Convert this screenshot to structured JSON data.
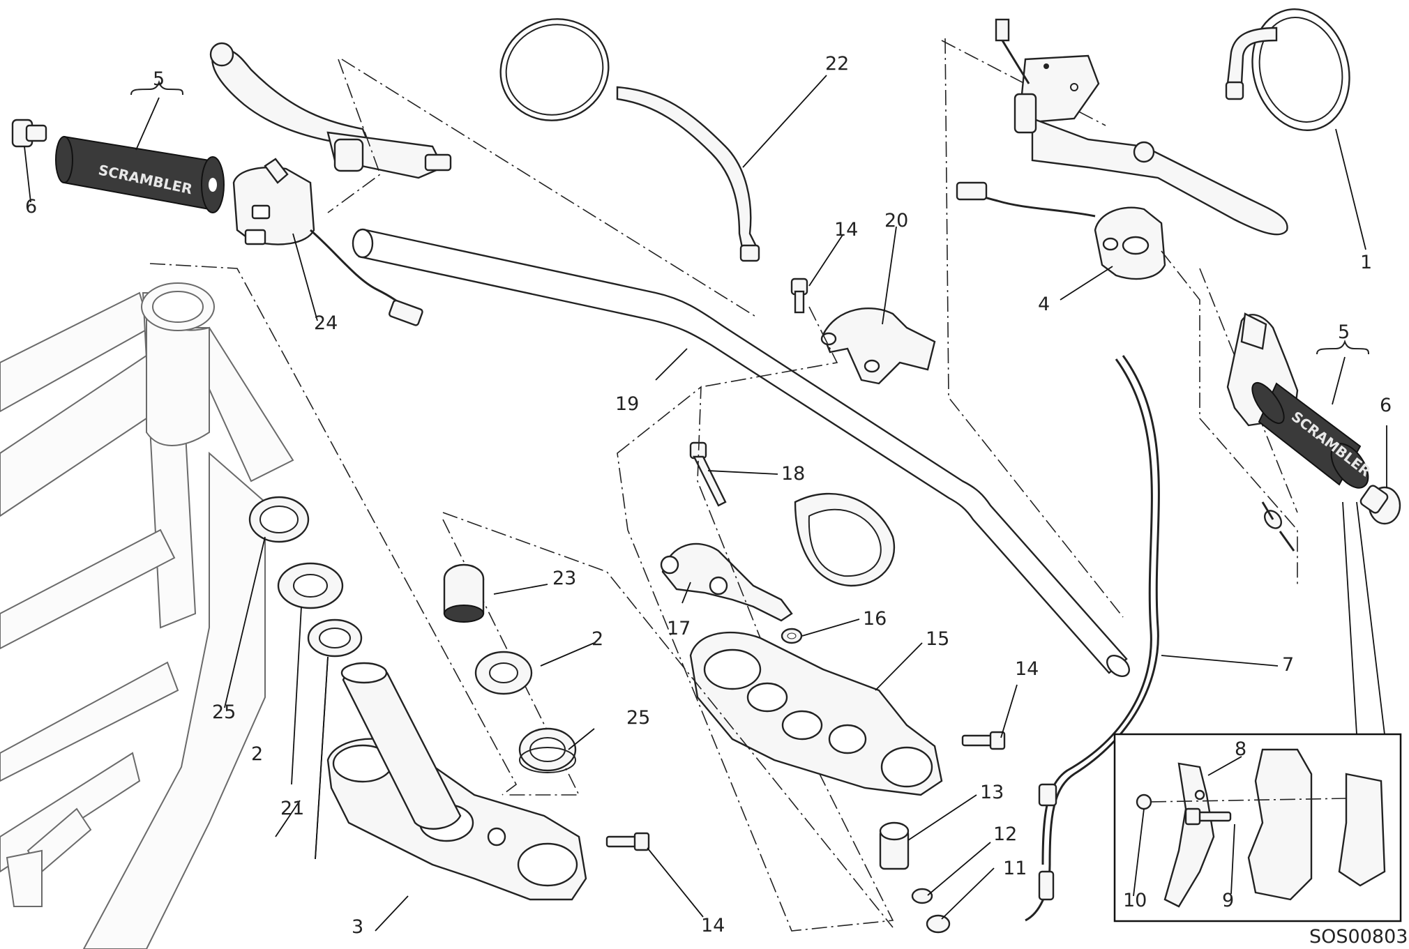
{
  "drawing_code": "SOS00803",
  "grip_logo": "SCRAMBLER",
  "callouts": {
    "c1": "1",
    "c2a": "2",
    "c2b": "2",
    "c3": "3",
    "c4": "4",
    "c5a": "5",
    "c5b": "5",
    "c6a": "6",
    "c6b": "6",
    "c7": "7",
    "c8": "8",
    "c9": "9",
    "c10": "10",
    "c11": "11",
    "c12": "12",
    "c13": "13",
    "c14a": "14",
    "c14b": "14",
    "c14c": "14",
    "c15": "15",
    "c16": "16",
    "c17": "17",
    "c18": "18",
    "c19": "19",
    "c20": "20",
    "c21": "21",
    "c22": "22",
    "c23": "23",
    "c24": "24",
    "c25a": "25",
    "c25b": "25"
  }
}
